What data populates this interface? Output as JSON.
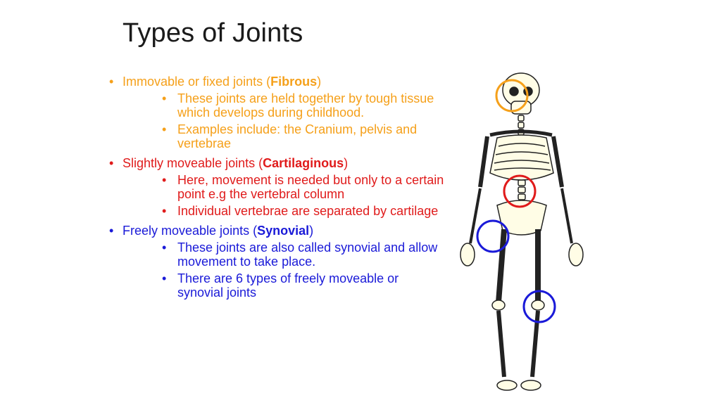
{
  "title": "Types of Joints",
  "colors": {
    "fibrous": "#f5a01a",
    "cartilaginous": "#e01b1b",
    "synovial": "#1a1ad8",
    "bone": "#fffde6"
  },
  "groups": [
    {
      "prefix": "Immovable or fixed joints (",
      "keyword": "Fibrous",
      "suffix": ")",
      "subs": [
        "These joints are held together by tough tissue which develops during childhood.",
        "Examples include: the Cranium, pelvis and vertebrae"
      ]
    },
    {
      "prefix": "Slightly moveable joints (",
      "keyword": "Cartilaginous",
      "suffix": ")",
      "subs": [
        "Here, movement is needed but only to a certain point e.g the vertebral column",
        "Individual vertebrae are separated by cartilage"
      ]
    },
    {
      "prefix": "Freely moveable joints (",
      "keyword": "Synovial",
      "suffix": ")",
      "subs": [
        "These joints are also called synovial and allow movement to take place.",
        "There are 6 types of freely moveable or synovial joints"
      ]
    }
  ],
  "bullet": "•"
}
